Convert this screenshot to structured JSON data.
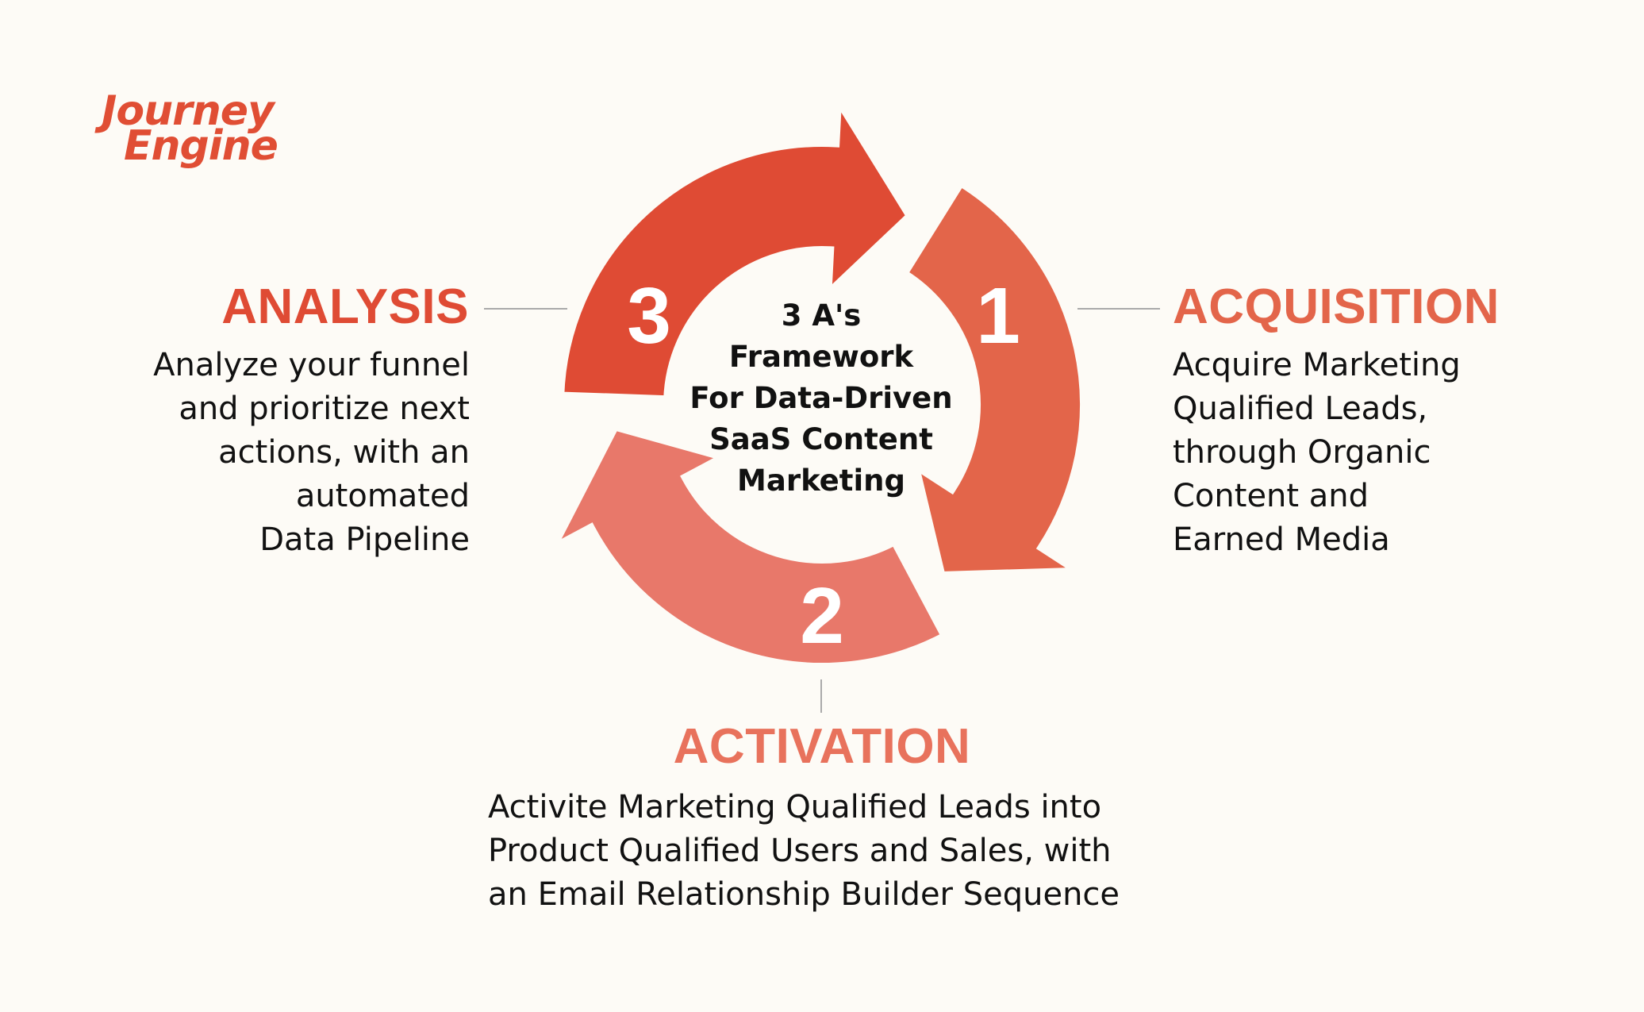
{
  "logo": {
    "line1": "Journey",
    "line2": "Engine"
  },
  "center": {
    "lines": [
      "3 A's",
      "Framework",
      "For Data-Driven",
      "SaaS Content",
      "Marketing"
    ]
  },
  "steps": [
    {
      "number": "1",
      "title": "ACQUISITION",
      "description_lines": [
        "Acquire Marketing",
        "Qualified Leads,",
        "through Organic",
        "Content and",
        "Earned Media"
      ]
    },
    {
      "number": "2",
      "title": "ACTIVATION",
      "description_lines": [
        "Activite Marketing Qualified Leads into",
        "Product Qualified Users and Sales, with",
        "an Email Relationship Builder Sequence"
      ]
    },
    {
      "number": "3",
      "title": "ANALYSIS",
      "description_lines": [
        "Analyze your funnel",
        "and prioritize next",
        "actions, with an",
        "automated",
        "Data Pipeline"
      ]
    }
  ],
  "colors": {
    "background": "#fdfbf6",
    "acquisition": "#e3654a",
    "activation": "#e8786a",
    "analysis": "#df4b34",
    "connector": "#aaaaaa",
    "number_text": "#ffffff"
  }
}
